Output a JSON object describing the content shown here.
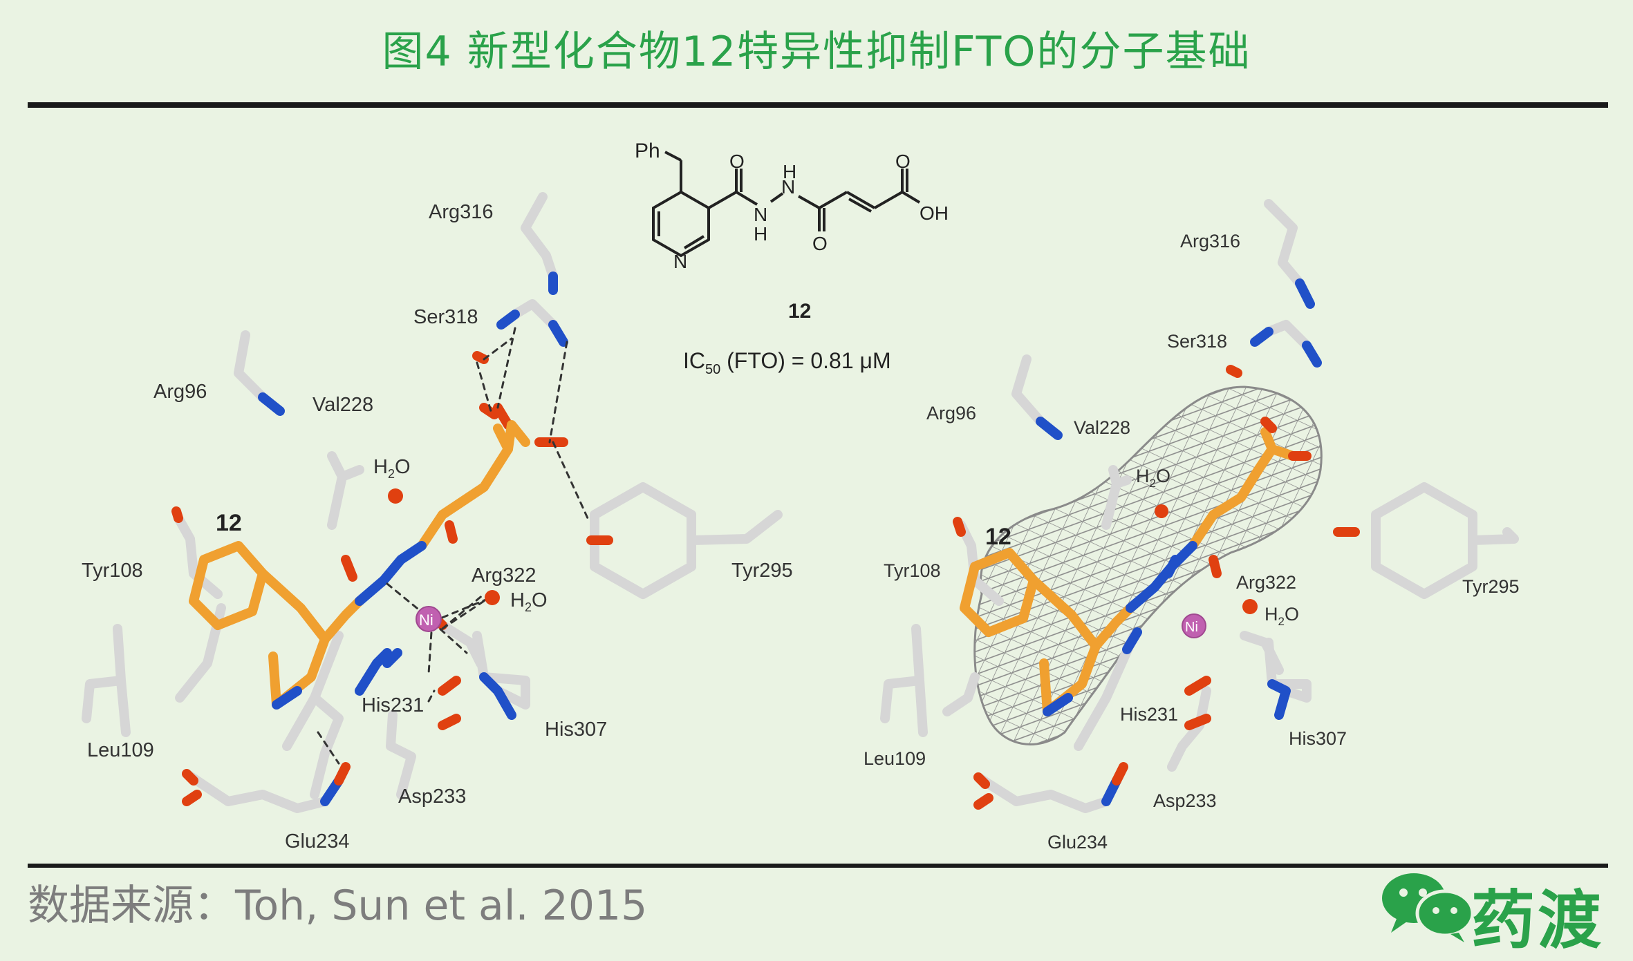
{
  "title": "图4 新型化合物12特异性抑制FTO的分子基础",
  "source": "数据来源：Toh, Sun et al. 2015",
  "logo_text": "药渡",
  "compound": {
    "ph": "Ph",
    "n": "N",
    "h": "H",
    "o": "O",
    "oh": "OH",
    "number": "12",
    "ic50_prefix": "IC",
    "ic50_sub": "50",
    "ic50_suffix": " (FTO) = 0.81 μM"
  },
  "left_panel": {
    "ligand_label": "12",
    "metal": "Ni",
    "water": "H",
    "water_sub": "2",
    "water_o": "O",
    "residues": {
      "arg316": "Arg316",
      "ser318": "Ser318",
      "arg96": "Arg96",
      "val228": "Val228",
      "tyr108": "Tyr108",
      "arg322": "Arg322",
      "tyr295": "Tyr295",
      "leu109": "Leu109",
      "his231": "His231",
      "his307": "His307",
      "asp233": "Asp233",
      "glu234": "Glu234"
    }
  },
  "right_panel": {
    "ligand_label": "12",
    "metal": "Ni",
    "water": "H",
    "water_sub": "2",
    "water_o": "O",
    "residues": {
      "arg316": "Arg316",
      "ser318": "Ser318",
      "arg96": "Arg96",
      "val228": "Val228",
      "tyr108": "Tyr108",
      "arg322": "Arg322",
      "tyr295": "Tyr295",
      "leu109": "Leu109",
      "his231": "His231",
      "his307": "His307",
      "asp233": "Asp233",
      "glu234": "Glu234"
    }
  },
  "colors": {
    "title": "#2aa24a",
    "carbon": "#d8d8d8",
    "ligand": "#f0a030",
    "nitrogen": "#2050c8",
    "oxygen": "#e04010",
    "nickel": "#c060b0",
    "mesh": "#8a8a8a"
  }
}
